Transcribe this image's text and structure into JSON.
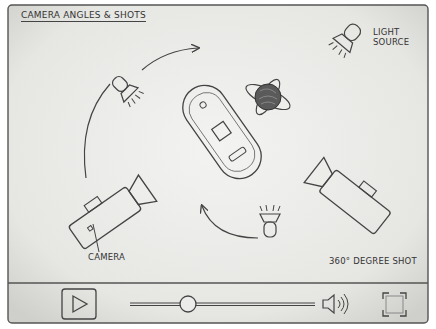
{
  "diagram": {
    "title": "CAMERA ANGLES & SHOTS",
    "labels": [
      "LIGHT SOURCE",
      "CAMERA",
      "360° DEGREE SHOT"
    ]
  }
}
